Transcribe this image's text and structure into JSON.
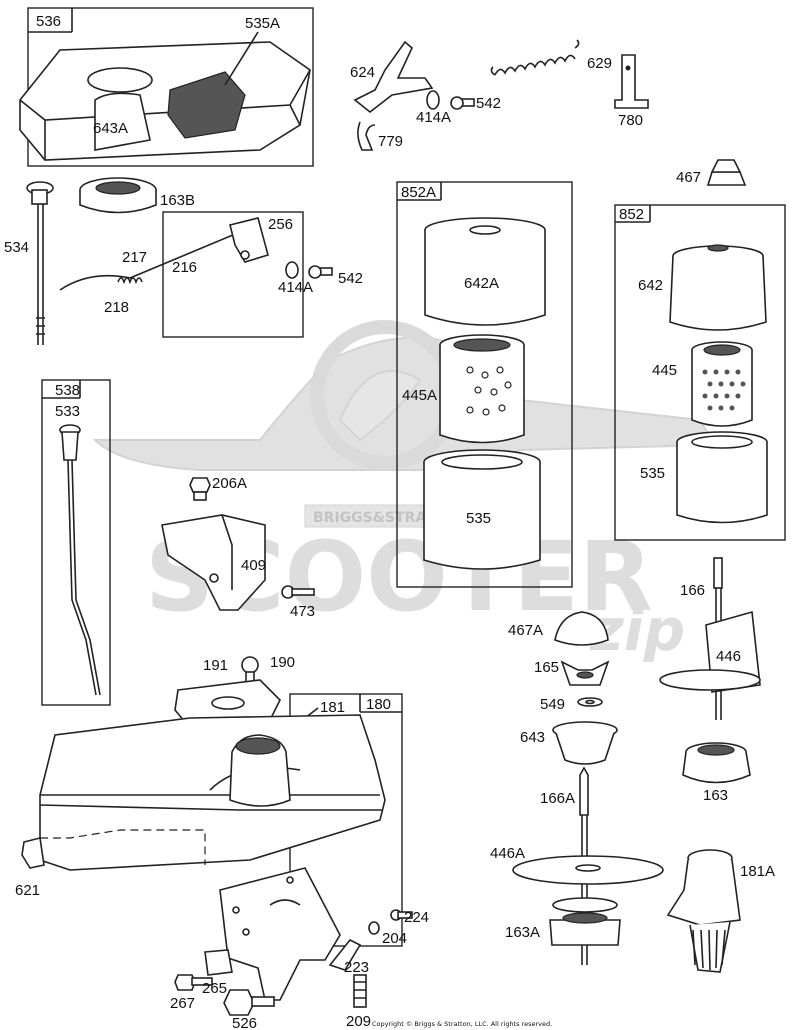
{
  "labels": {
    "l536": "536",
    "l535A": "535A",
    "l643A": "643A",
    "l624": "624",
    "l629": "629",
    "l414A_top": "414A",
    "l542_top": "542",
    "l780": "780",
    "l779": "779",
    "l163B": "163B",
    "l534": "534",
    "l256": "256",
    "l217": "217",
    "l216": "216",
    "l218": "218",
    "l414A_mid": "414A",
    "l542_mid": "542",
    "l852A": "852A",
    "l642A": "642A",
    "l445A": "445A",
    "l535_left": "535",
    "l467": "467",
    "l852": "852",
    "l642": "642",
    "l445": "445",
    "l535_right": "535",
    "l538": "538",
    "l533": "533",
    "l206A": "206A",
    "l409": "409",
    "l473": "473",
    "l166": "166",
    "l467A": "467A",
    "l446": "446",
    "l165": "165",
    "l549": "549",
    "l643": "643",
    "l163": "163",
    "l191": "191",
    "l190": "190",
    "l181": "181",
    "l180": "180",
    "l166A": "166A",
    "l446A": "446A",
    "l181A": "181A",
    "l163A": "163A",
    "l621": "621",
    "l224": "224",
    "l204": "204",
    "l223": "223",
    "l267": "267",
    "l265": "265",
    "l526": "526",
    "l209": "209"
  },
  "watermark": {
    "brand_plate": "BRIGGS&STRATTON",
    "word": "SCOOTER",
    "script": "zip",
    "color": "#d3d3d3"
  },
  "copyright": "Copyright © Briggs & Stratton, LLC. All rights reserved."
}
